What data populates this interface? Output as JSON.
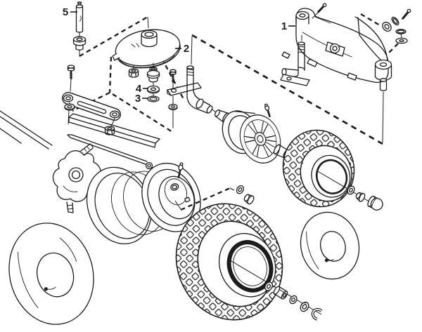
{
  "figure": {
    "type": "exploded-parts-diagram",
    "background_color": "#ffffff",
    "line_color": "#1c1c1c",
    "callouts": [
      {
        "number": "1"
      },
      {
        "number": "2"
      },
      {
        "number": "3"
      },
      {
        "number": "4"
      },
      {
        "number": "5"
      }
    ]
  }
}
